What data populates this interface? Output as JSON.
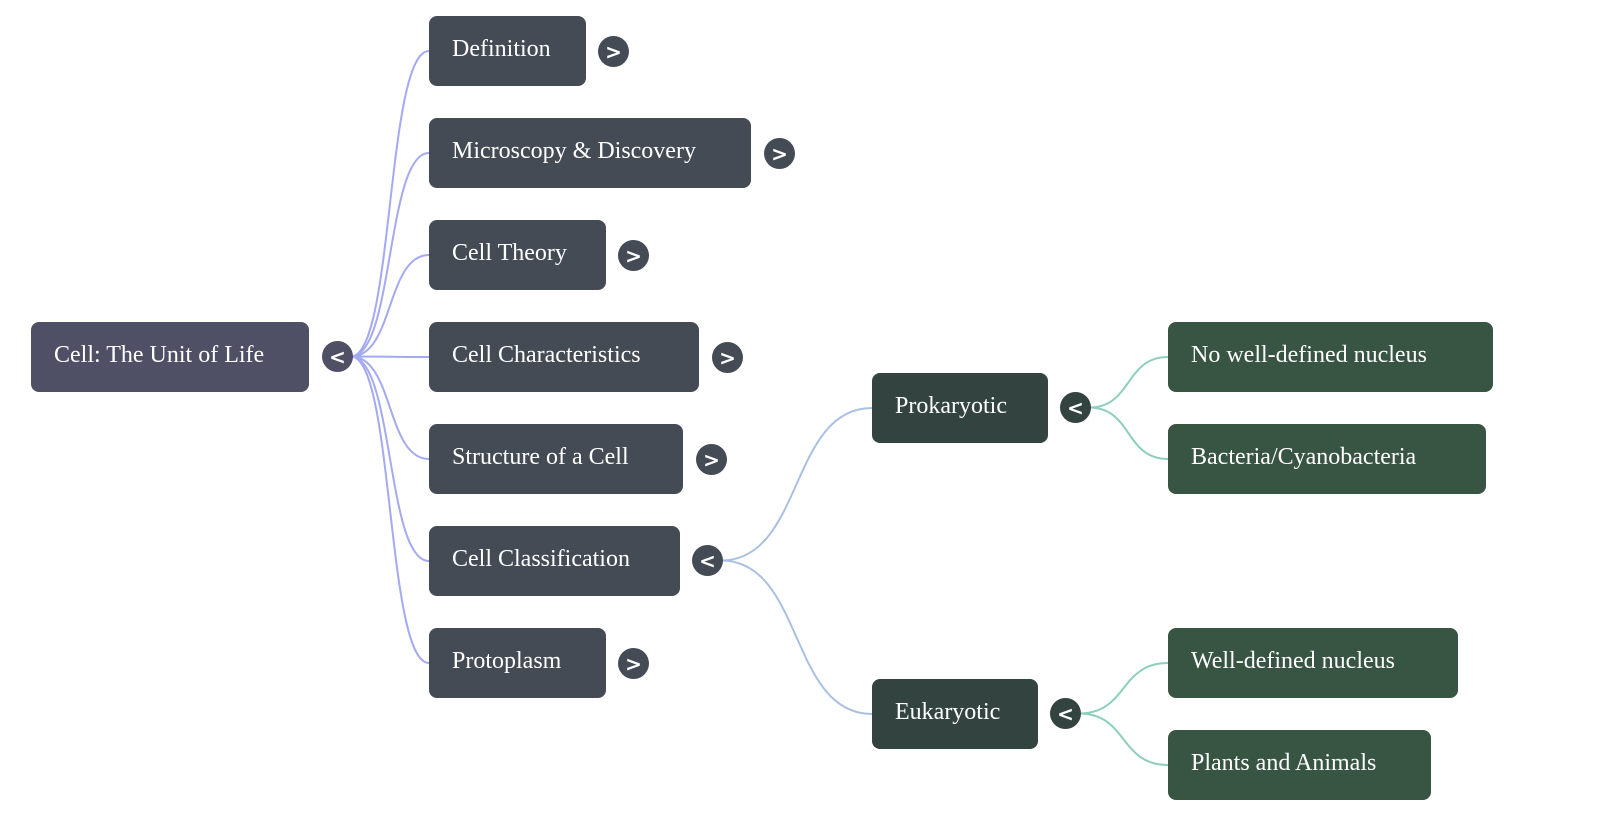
{
  "colors": {
    "root_node": "#4f5066",
    "level1_node": "#444b55",
    "level2_node": "#334440",
    "level3_node": "#385443",
    "edge_level1": "#a3aaf2",
    "edge_level2": "#a9c0e2",
    "edge_level3": "#8ccfbd"
  },
  "mindmap": {
    "root": {
      "label": "Cell: The Unit of Life",
      "toggle": "<",
      "expanded": true
    },
    "children": [
      {
        "label": "Definition",
        "toggle": ">",
        "expanded": false
      },
      {
        "label": "Microscopy & Discovery",
        "toggle": ">",
        "expanded": false
      },
      {
        "label": "Cell Theory",
        "toggle": ">",
        "expanded": false
      },
      {
        "label": "Cell Characteristics",
        "toggle": ">",
        "expanded": false
      },
      {
        "label": "Structure of a Cell",
        "toggle": ">",
        "expanded": false
      },
      {
        "label": "Cell Classification",
        "toggle": "<",
        "expanded": true,
        "children": [
          {
            "label": "Prokaryotic",
            "toggle": "<",
            "expanded": true,
            "children": [
              {
                "label": "No well-defined nucleus"
              },
              {
                "label": "Bacteria/Cyanobacteria"
              }
            ]
          },
          {
            "label": "Eukaryotic",
            "toggle": "<",
            "expanded": true,
            "children": [
              {
                "label": "Well-defined nucleus"
              },
              {
                "label": "Plants and Animals"
              }
            ]
          }
        ]
      },
      {
        "label": "Protoplasm",
        "toggle": ">",
        "expanded": false
      }
    ]
  }
}
